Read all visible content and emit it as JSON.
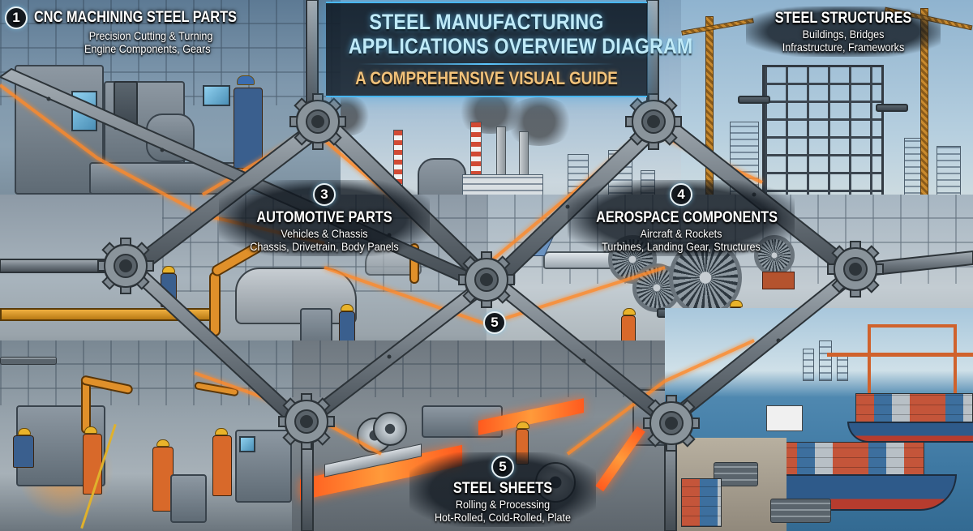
{
  "header": {
    "title_line1": "STEEL MANUFACTURING",
    "title_line2": "APPLICATIONS OVERVIEW DIAGRAM",
    "subtitle": "A COMPREHENSIVE VISUAL GUIDE"
  },
  "sections": {
    "cnc": {
      "number": "1",
      "title": "CNC MACHINING STEEL PARTS",
      "line1": "Precision Cutting & Turning",
      "line2": "Engine Components, Gears"
    },
    "structures": {
      "title": "STEEL STRUCTURES",
      "line1": "Buildings, Bridges",
      "line2": "Infrastructure, Frameworks"
    },
    "automotive": {
      "number": "3",
      "title": "AUTOMOTIVE PARTS",
      "line1": "Vehicles & Chassis",
      "line2": "Chassis, Drivetrain, Body Panels"
    },
    "aerospace": {
      "number": "4",
      "title": "AEROSPACE COMPONENTS",
      "line1": "Aircraft & Rockets",
      "line2": "Turbines, Landing Gear, Structures"
    },
    "center_badge": {
      "number": "5"
    },
    "sheets": {
      "number": "5",
      "title": "STEEL SHEETS",
      "line1": "Rolling & Processing",
      "line2": "Hot-Rolled, Cold-Rolled, Plate"
    }
  },
  "scenes": [
    "cnc-machining-workshop",
    "industrial-skyline-with-chimneys",
    "steel-frame-building-construction",
    "automotive-assembly-line",
    "aerospace-turbine-hangar",
    "factory-floor-workers",
    "steel-rolling-mill",
    "container-port-shipping"
  ],
  "colors": {
    "title_text": "#bfeaf8",
    "subtitle_text": "#f2c27a",
    "title_glow": "#48b6f0",
    "beam_steel": "#7d878f",
    "beam_glow": "#ff8a2a",
    "hot_steel": "#ff5a1e"
  }
}
